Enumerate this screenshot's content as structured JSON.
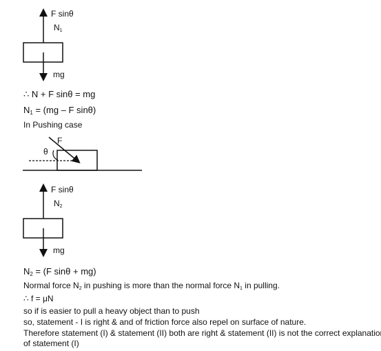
{
  "fig1": {
    "force_label": "F sinθ",
    "normal_label": "N",
    "normal_sub": "1",
    "weight_label": "mg"
  },
  "eq1": "∴  N + F sinθ = mg",
  "eq2_lhs": "N",
  "eq2_sub": "1",
  "eq2_rhs": " = (mg – F sinθ)",
  "heading_pushing": "In Pushing case",
  "fig2": {
    "force_label": "F",
    "angle_label": "θ"
  },
  "fig3": {
    "force_label": "F sinθ",
    "normal_label": "N",
    "normal_sub": "2",
    "weight_label": "mg"
  },
  "eq3_lhs": "N",
  "eq3_sub": "2",
  "eq3_rhs": " = (F sinθ + mg)",
  "line_normal_a": "Normal force N",
  "line_normal_sub_a": "2",
  "line_normal_b": " in pushing is more than the normal force N",
  "line_normal_sub_b": "1",
  "line_normal_c": " in pulling.",
  "eq4": "∴ f = μN",
  "line_easier": "so if is easier to pull a heavy object than to push",
  "line_statement1": "so, statement - I is right & and of friction force also repel on surface of nature.",
  "line_therefore_1": "Therefore statement (I) & statement (II) both are right & statement (II) is not the correct explanation",
  "line_therefore_2": "of statement (I)"
}
